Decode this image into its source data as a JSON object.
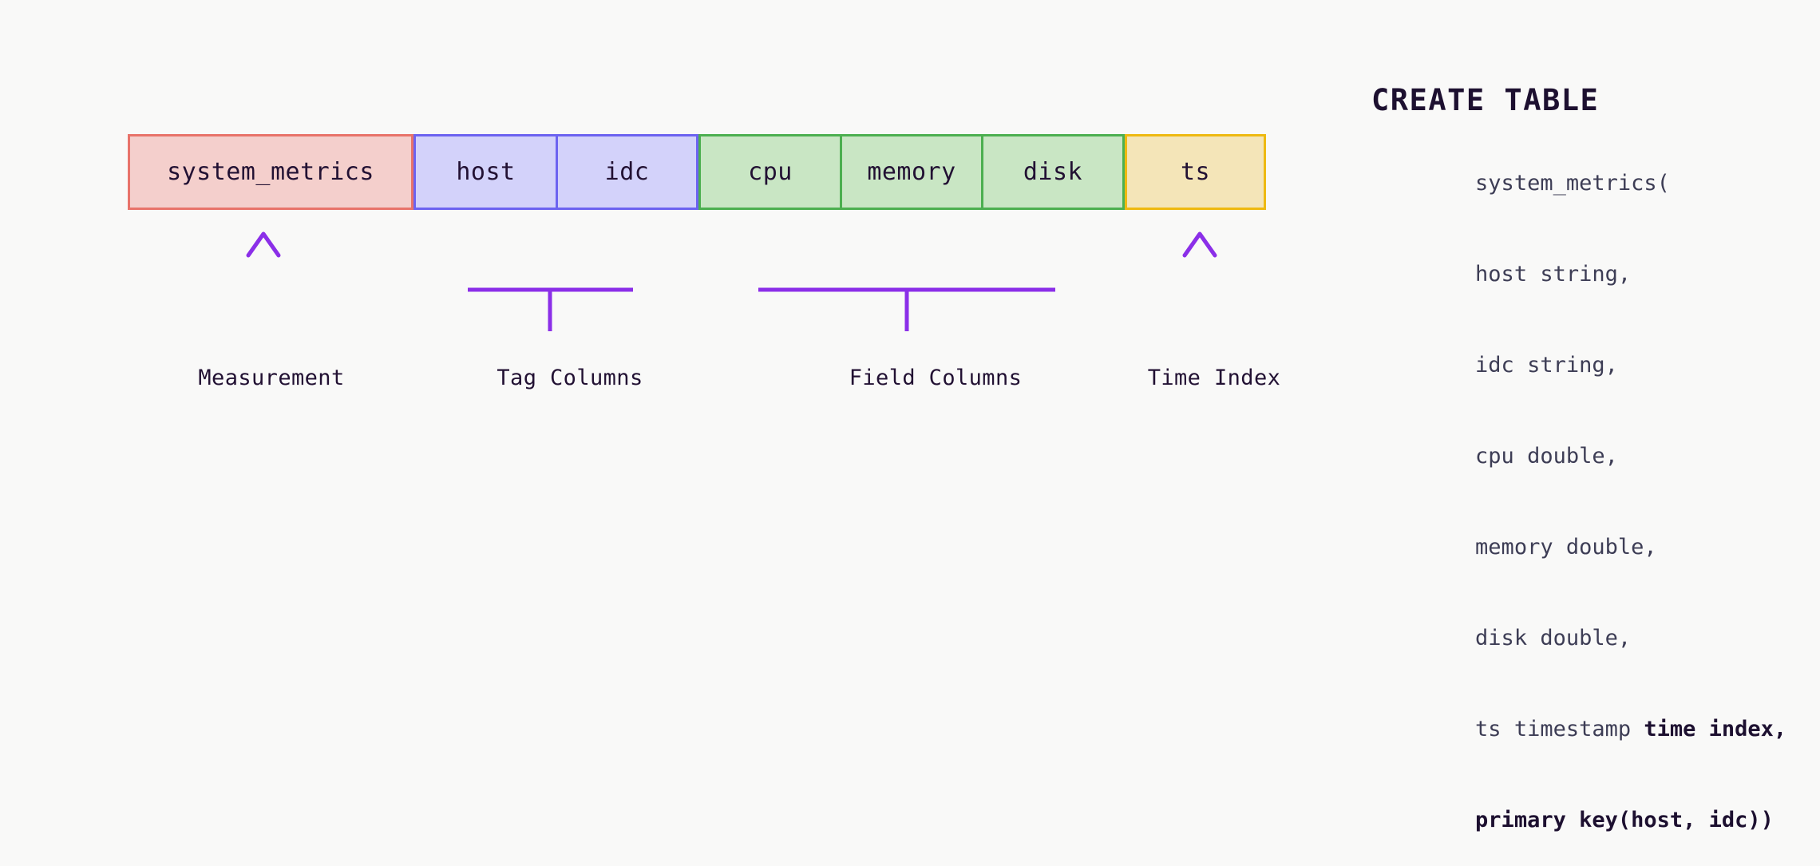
{
  "diagram": {
    "title_implicit": "Time series table schema anatomy",
    "background_color": "#f9f9f8",
    "text_color": "#221133",
    "connector_color": "#8b2fe8",
    "groups": [
      {
        "key": "measurement",
        "caption": "Measurement",
        "connector": "arrow",
        "fill": "#f4cfcc",
        "border": "#e8736a",
        "cells": [
          {
            "label": "system_metrics"
          }
        ]
      },
      {
        "key": "tag_columns",
        "caption": "Tag Columns",
        "connector": "bracket",
        "fill": "#d3d2fa",
        "border": "#6c63f0",
        "cells": [
          {
            "label": "host"
          },
          {
            "label": "idc"
          }
        ]
      },
      {
        "key": "field_columns",
        "caption": "Field Columns",
        "connector": "bracket",
        "fill": "#c9e6c4",
        "border": "#4caf50",
        "cells": [
          {
            "label": "cpu"
          },
          {
            "label": "memory"
          },
          {
            "label": "disk"
          }
        ]
      },
      {
        "key": "time_index",
        "caption": "Time Index",
        "connector": "arrow",
        "fill": "#f4e5b8",
        "border": "#eeb911",
        "cells": [
          {
            "label": "ts"
          }
        ]
      }
    ]
  },
  "sql": {
    "title": "CREATE TABLE",
    "lines": [
      {
        "segments": [
          {
            "text": "system_metrics(",
            "bold": false
          }
        ]
      },
      {
        "segments": [
          {
            "text": "host string,",
            "bold": false
          }
        ]
      },
      {
        "segments": [
          {
            "text": "idc string,",
            "bold": false
          }
        ]
      },
      {
        "segments": [
          {
            "text": "cpu double,",
            "bold": false
          }
        ]
      },
      {
        "segments": [
          {
            "text": "memory double,",
            "bold": false
          }
        ]
      },
      {
        "segments": [
          {
            "text": "disk double,",
            "bold": false
          }
        ]
      },
      {
        "segments": [
          {
            "text": "ts timestamp ",
            "bold": false
          },
          {
            "text": "time index,",
            "bold": true
          }
        ]
      },
      {
        "segments": [
          {
            "text": "primary key(host, idc))",
            "bold": true
          }
        ]
      }
    ]
  }
}
